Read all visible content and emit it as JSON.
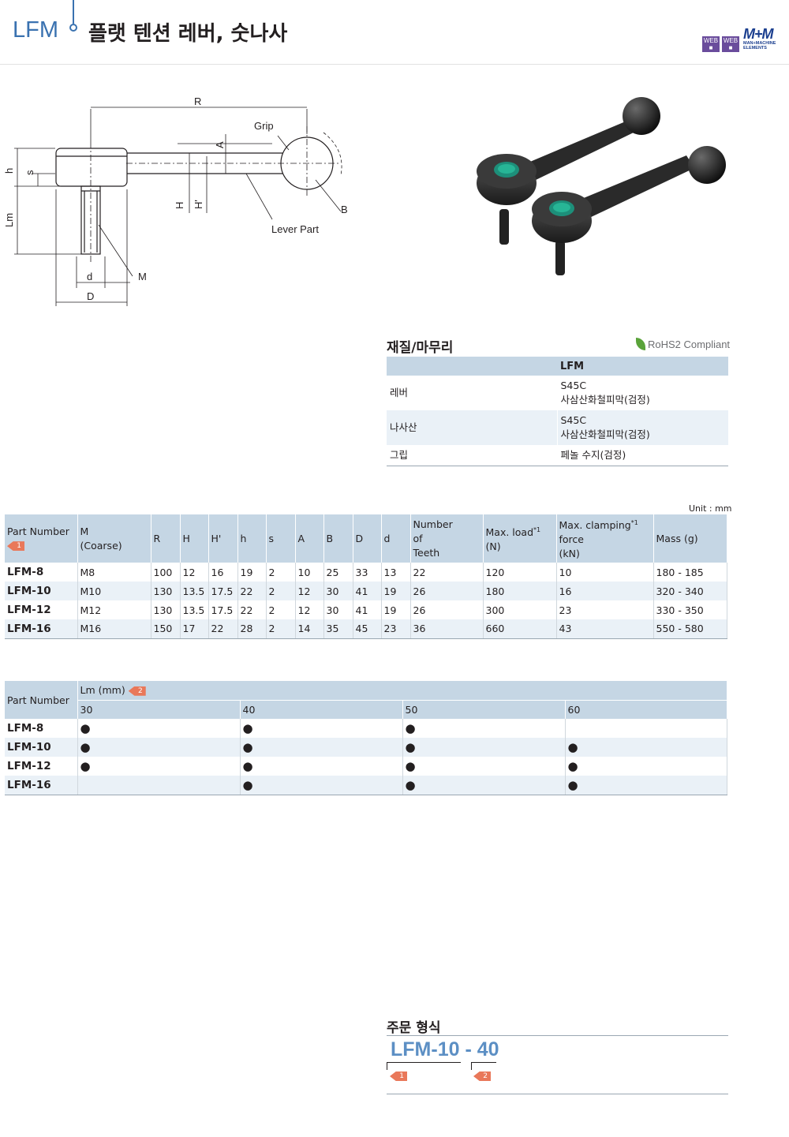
{
  "header": {
    "code": "LFM",
    "title": "플랫 텐션 레버, 숫나사",
    "web_icon_label": "WEB",
    "logo_mark": "M+M",
    "logo_sub": "MAN+MACHINE ELEMENTS"
  },
  "diagram": {
    "labels": {
      "R": "R",
      "grip": "Grip",
      "A": "A",
      "h": "h",
      "s": "s",
      "H": "H",
      "H_prime": "H'",
      "B": "B",
      "lm": "Lm",
      "lever_part": "Lever Part",
      "d": "d",
      "M": "M",
      "D": "D"
    }
  },
  "materials": {
    "title": "재질/마무리",
    "rohs": "RoHS2 Compliant",
    "column": "LFM",
    "rows": [
      {
        "part": "레버",
        "line1": "S45C",
        "line2": "사삼산화철피막(검정)"
      },
      {
        "part": "나사산",
        "line1": "S45C",
        "line2": "사삼산화철피막(검정)"
      },
      {
        "part": "그립",
        "line1": "페놀 수지(검정)",
        "line2": ""
      }
    ]
  },
  "specs": {
    "unit": "Unit : mm",
    "headers": {
      "part_number": "Part Number",
      "m1": "M",
      "m2": "(Coarse)",
      "R": "R",
      "H": "H",
      "Hp": "H'",
      "h": "h",
      "s": "s",
      "A": "A",
      "B": "B",
      "D": "D",
      "d": "d",
      "teeth1": "Number",
      "teeth2": "of",
      "teeth3": "Teeth",
      "load1": "Max. load",
      "load_sup": "*1",
      "load2": "(N)",
      "clamp1": "Max. clamping",
      "clamp_sup": "*1",
      "clamp2": "force",
      "clamp3": "(kN)",
      "mass": "Mass (g)",
      "tag": "1"
    },
    "rows": [
      {
        "pn": "LFM-8",
        "M": "M8",
        "R": "100",
        "H": "12",
        "Hp": "16",
        "h": "19",
        "s": "2",
        "A": "10",
        "B": "25",
        "D": "33",
        "d": "13",
        "teeth": "22",
        "load": "120",
        "clamp": "10",
        "mass": "180 - 185"
      },
      {
        "pn": "LFM-10",
        "M": "M10",
        "R": "130",
        "H": "13.5",
        "Hp": "17.5",
        "h": "22",
        "s": "2",
        "A": "12",
        "B": "30",
        "D": "41",
        "d": "19",
        "teeth": "26",
        "load": "180",
        "clamp": "16",
        "mass": "320 - 340"
      },
      {
        "pn": "LFM-12",
        "M": "M12",
        "R": "130",
        "H": "13.5",
        "Hp": "17.5",
        "h": "22",
        "s": "2",
        "A": "12",
        "B": "30",
        "D": "41",
        "d": "19",
        "teeth": "26",
        "load": "300",
        "clamp": "23",
        "mass": "330 - 350"
      },
      {
        "pn": "LFM-16",
        "M": "M16",
        "R": "150",
        "H": "17",
        "Hp": "22",
        "h": "28",
        "s": "2",
        "A": "14",
        "B": "35",
        "D": "45",
        "d": "23",
        "teeth": "36",
        "load": "660",
        "clamp": "43",
        "mass": "550 - 580"
      }
    ]
  },
  "lm": {
    "part_number": "Part Number",
    "group": "Lm (mm)",
    "tag": "2",
    "columns": [
      "30",
      "40",
      "50",
      "60"
    ],
    "rows": [
      {
        "pn": "LFM-8",
        "v": [
          "●",
          "●",
          "●",
          ""
        ]
      },
      {
        "pn": "LFM-10",
        "v": [
          "●",
          "●",
          "●",
          "●"
        ]
      },
      {
        "pn": "LFM-12",
        "v": [
          "●",
          "●",
          "●",
          "●"
        ]
      },
      {
        "pn": "LFM-16",
        "v": [
          "",
          "●",
          "●",
          "●"
        ]
      }
    ]
  },
  "order": {
    "title": "주문 형식",
    "code": "LFM-10 - 40",
    "tag1": "1",
    "tag2": "2"
  }
}
